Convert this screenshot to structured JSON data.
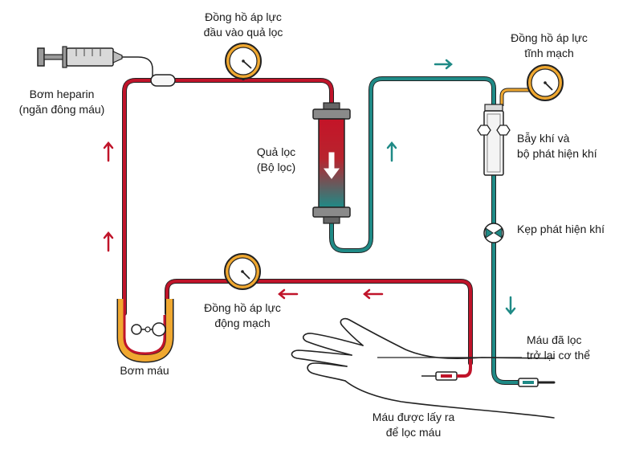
{
  "labels": {
    "heparin": {
      "line1": "Bơm heparin",
      "line2": "(ngăn đông máu)"
    },
    "inlet_gauge": {
      "line1": "Đồng hồ áp lực",
      "line2": "đầu vào quả lọc"
    },
    "venous_gauge": {
      "line1": "Đồng hồ áp lực",
      "line2": "tĩnh mạch"
    },
    "dialyzer": {
      "line1": "Quả lọc",
      "line2": "(Bộ lọc)"
    },
    "air_trap": {
      "line1": "Bẫy khí và",
      "line2": "bộ phát hiện khí"
    },
    "air_clamp": {
      "line1": "Kẹp phát hiện khí"
    },
    "arterial_gauge": {
      "line1": "Đồng hồ áp lực",
      "line2": "động mạch"
    },
    "blood_pump": {
      "line1": "Bơm máu"
    },
    "return": {
      "line1": "Máu đã lọc",
      "line2": "trở lại cơ thể"
    },
    "drawn": {
      "line1": "Máu được lấy ra",
      "line2": "để lọc máu"
    }
  },
  "colors": {
    "arterial_line": "#c0142a",
    "venous_line": "#1f8a86",
    "pump_orange": "#f0a830",
    "outline": "#222222"
  }
}
